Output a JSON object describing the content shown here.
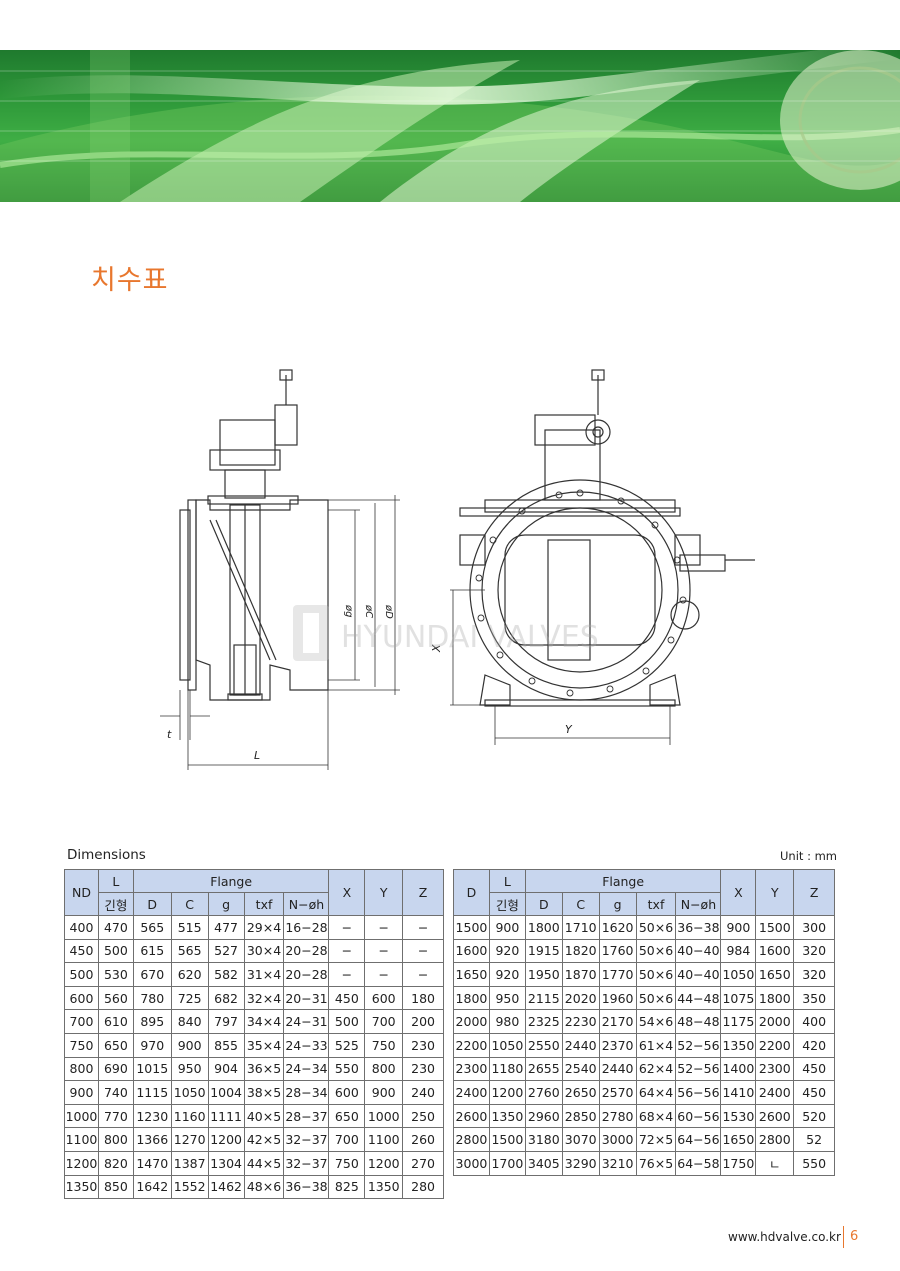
{
  "page": {
    "title": "치수표",
    "dimensions_label": "Dimensions",
    "unit_label": "Unit : mm",
    "footer_url": "www.hdvalve.co.kr",
    "page_number": "6",
    "watermark_text": "HYUNDAI VALVES"
  },
  "drawing": {
    "labels": {
      "t": "t",
      "L": "L",
      "g": "øg",
      "C": "øC",
      "D": "øD",
      "X": "X",
      "Y": "Y"
    }
  },
  "table_left": {
    "headers": {
      "nd": "ND",
      "l": "L",
      "l_sub": "긴형",
      "flange": "Flange",
      "d": "D",
      "c": "C",
      "g": "g",
      "txf": "txf",
      "nh": "N−øh",
      "x": "X",
      "y": "Y",
      "z": "Z"
    },
    "rows": [
      [
        "400",
        "470",
        "565",
        "515",
        "477",
        "29×4",
        "16−28",
        "−",
        "−",
        "−"
      ],
      [
        "450",
        "500",
        "615",
        "565",
        "527",
        "30×4",
        "20−28",
        "−",
        "−",
        "−"
      ],
      [
        "500",
        "530",
        "670",
        "620",
        "582",
        "31×4",
        "20−28",
        "−",
        "−",
        "−"
      ],
      [
        "600",
        "560",
        "780",
        "725",
        "682",
        "32×4",
        "20−31",
        "450",
        "600",
        "180"
      ],
      [
        "700",
        "610",
        "895",
        "840",
        "797",
        "34×4",
        "24−31",
        "500",
        "700",
        "200"
      ],
      [
        "750",
        "650",
        "970",
        "900",
        "855",
        "35×4",
        "24−33",
        "525",
        "750",
        "230"
      ],
      [
        "800",
        "690",
        "1015",
        "950",
        "904",
        "36×5",
        "24−34",
        "550",
        "800",
        "230"
      ],
      [
        "900",
        "740",
        "1115",
        "1050",
        "1004",
        "38×5",
        "28−34",
        "600",
        "900",
        "240"
      ],
      [
        "1000",
        "770",
        "1230",
        "1160",
        "1111",
        "40×5",
        "28−37",
        "650",
        "1000",
        "250"
      ],
      [
        "1100",
        "800",
        "1366",
        "1270",
        "1200",
        "42×5",
        "32−37",
        "700",
        "1100",
        "260"
      ],
      [
        "1200",
        "820",
        "1470",
        "1387",
        "1304",
        "44×5",
        "32−37",
        "750",
        "1200",
        "270"
      ],
      [
        "1350",
        "850",
        "1642",
        "1552",
        "1462",
        "48×6",
        "36−38",
        "825",
        "1350",
        "280"
      ]
    ]
  },
  "table_right": {
    "headers": {
      "nd": "D",
      "l": "L",
      "l_sub": "긴형",
      "flange": "Flange",
      "d": "D",
      "c": "C",
      "g": "g",
      "txf": "txf",
      "nh": "N−øh",
      "x": "X",
      "y": "Y",
      "z": "Z"
    },
    "rows": [
      [
        "1500",
        "900",
        "1800",
        "1710",
        "1620",
        "50×6",
        "36−38",
        "900",
        "1500",
        "300"
      ],
      [
        "1600",
        "920",
        "1915",
        "1820",
        "1760",
        "50×6",
        "40−40",
        "984",
        "1600",
        "320"
      ],
      [
        "1650",
        "920",
        "1950",
        "1870",
        "1770",
        "50×6",
        "40−40",
        "1050",
        "1650",
        "320"
      ],
      [
        "1800",
        "950",
        "2115",
        "2020",
        "1960",
        "50×6",
        "44−48",
        "1075",
        "1800",
        "350"
      ],
      [
        "2000",
        "980",
        "2325",
        "2230",
        "2170",
        "54×6",
        "48−48",
        "1175",
        "2000",
        "400"
      ],
      [
        "2200",
        "1050",
        "2550",
        "2440",
        "2370",
        "61×4",
        "52−56",
        "1350",
        "2200",
        "420"
      ],
      [
        "2300",
        "1180",
        "2655",
        "2540",
        "2440",
        "62×4",
        "52−56",
        "1400",
        "2300",
        "450"
      ],
      [
        "2400",
        "1200",
        "2760",
        "2650",
        "2570",
        "64×4",
        "56−56",
        "1410",
        "2400",
        "450"
      ],
      [
        "2600",
        "1350",
        "2960",
        "2850",
        "2780",
        "68×4",
        "60−56",
        "1530",
        "2600",
        "520"
      ],
      [
        "2800",
        "1500",
        "3180",
        "3070",
        "3000",
        "72×5",
        "64−56",
        "1650",
        "2800",
        "52"
      ],
      [
        "3000",
        "1700",
        "3405",
        "3290",
        "3210",
        "76×5",
        "64−58",
        "1750",
        "ㄴ",
        "550"
      ]
    ]
  },
  "colors": {
    "accent": "#e8772e",
    "header_fill": "#c8d6ee",
    "banner_green": "#2f9a3a"
  }
}
